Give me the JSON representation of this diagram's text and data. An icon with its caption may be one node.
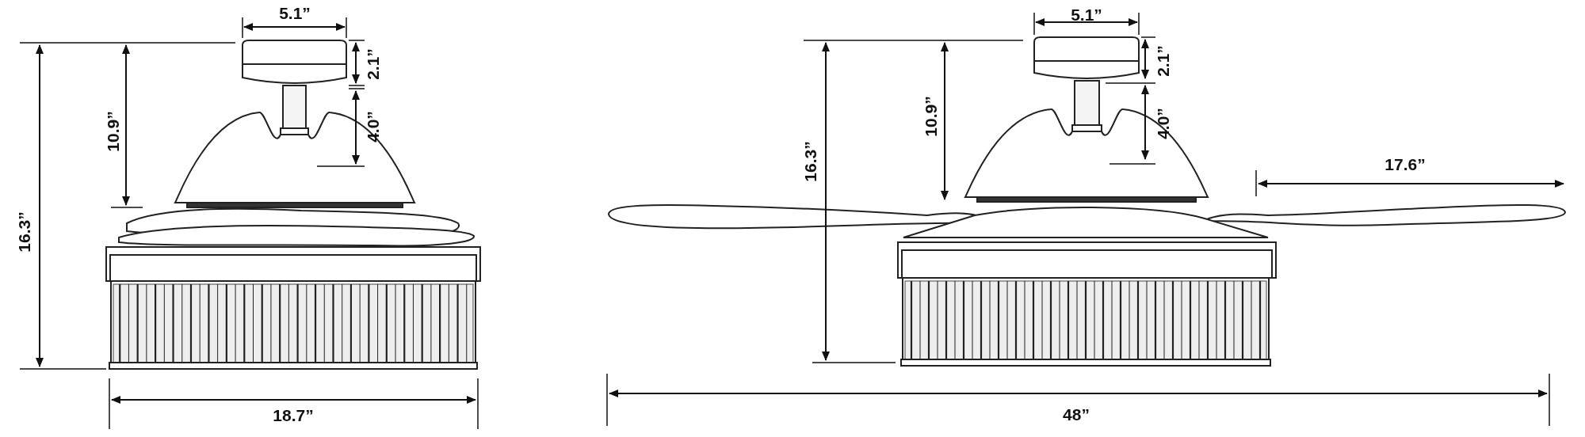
{
  "diagram": {
    "labels": [
      "5.1”",
      "2.1”",
      "4.0”",
      "10.9”",
      "16.3”",
      "18.7”",
      "5.1”",
      "2.1”",
      "10.9”",
      "4.0”",
      "16.3”",
      "17.6”",
      "48”"
    ]
  }
}
